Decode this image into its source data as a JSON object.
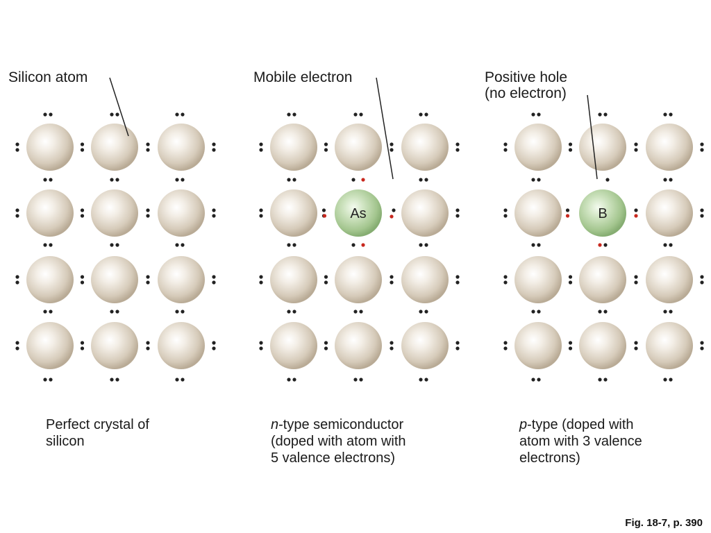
{
  "panels": [
    {
      "id": "perfect",
      "label": "Silicon atom",
      "label2": "",
      "caption": [
        "Perfect crystal of",
        "silicon"
      ],
      "dopant_symbol": ""
    },
    {
      "id": "n-type",
      "label": "Mobile electron",
      "label2": "",
      "caption": [
        "-type semiconductor",
        "(doped with atom with",
        "5 valence electrons)"
      ],
      "caption_italic_prefix": "n",
      "dopant_symbol": "As"
    },
    {
      "id": "p-type",
      "label": "Positive hole",
      "label2": "(no electron)",
      "caption": [
        "-type (doped with",
        "atom with 3 valence",
        "electrons)"
      ],
      "caption_italic_prefix": "p",
      "dopant_symbol": "B"
    }
  ],
  "figure_reference": "Fig. 18-7, p. 390",
  "colors": {
    "silicon_atom": "#d8cdbd",
    "dopant_atom": "#a9cc96",
    "electron": "#222222",
    "extra_electron": "#c8281e"
  }
}
